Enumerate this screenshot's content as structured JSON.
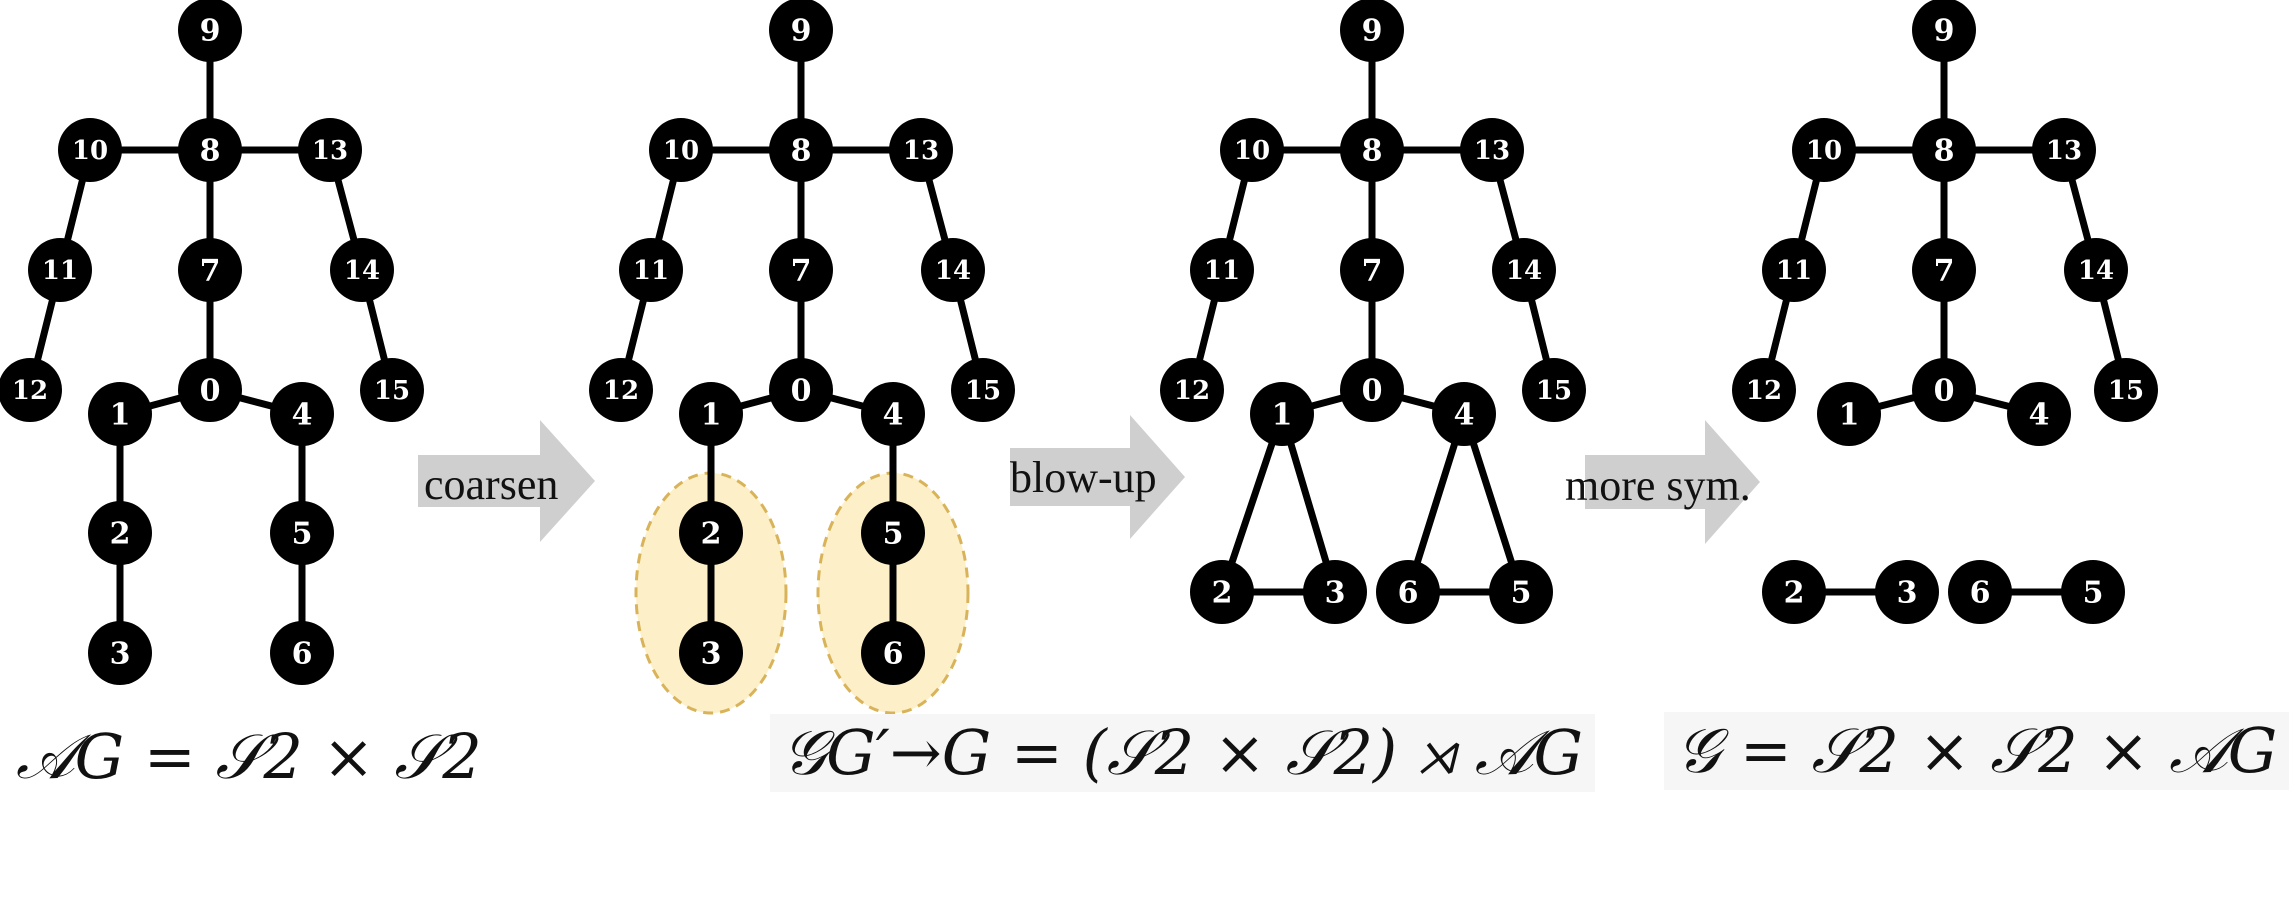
{
  "arrows": {
    "coarsen": "coarsen",
    "blowup": "blow-up",
    "more_sym": "more sym."
  },
  "formulas": {
    "f1": "𝒜_G = 𝒮₂ × 𝒮₂",
    "f2": "𝒢_{G′→G} = (𝒮₂ × 𝒮₂) ⋊ 𝒜_G",
    "f3": "𝒢 = 𝒮₂ × 𝒮₂ × 𝒜_G"
  },
  "formula_display": {
    "f1": "𝒜G = 𝒮2 × 𝒮2",
    "f2": "𝒢G′→G = (𝒮2 × 𝒮2) ⋊ 𝒜G",
    "f3": "𝒢 = 𝒮2 × 𝒮2 × 𝒜G"
  },
  "panels": [
    {
      "name": "original-skeleton",
      "nodes": [
        "0",
        "1",
        "2",
        "3",
        "4",
        "5",
        "6",
        "7",
        "8",
        "9",
        "10",
        "11",
        "12",
        "13",
        "14",
        "15"
      ],
      "edges": [
        [
          "0",
          "1"
        ],
        [
          "1",
          "2"
        ],
        [
          "2",
          "3"
        ],
        [
          "0",
          "4"
        ],
        [
          "4",
          "5"
        ],
        [
          "5",
          "6"
        ],
        [
          "0",
          "7"
        ],
        [
          "7",
          "8"
        ],
        [
          "8",
          "9"
        ],
        [
          "8",
          "10"
        ],
        [
          "10",
          "11"
        ],
        [
          "11",
          "12"
        ],
        [
          "8",
          "13"
        ],
        [
          "13",
          "14"
        ],
        [
          "14",
          "15"
        ]
      ]
    },
    {
      "name": "coarsened-skeleton",
      "nodes": [
        "0",
        "1",
        "2",
        "3",
        "4",
        "5",
        "6",
        "7",
        "8",
        "9",
        "10",
        "11",
        "12",
        "13",
        "14",
        "15"
      ],
      "edges": [
        [
          "0",
          "1"
        ],
        [
          "1",
          "2"
        ],
        [
          "2",
          "3"
        ],
        [
          "0",
          "4"
        ],
        [
          "4",
          "5"
        ],
        [
          "5",
          "6"
        ],
        [
          "0",
          "7"
        ],
        [
          "7",
          "8"
        ],
        [
          "8",
          "9"
        ],
        [
          "8",
          "10"
        ],
        [
          "10",
          "11"
        ],
        [
          "11",
          "12"
        ],
        [
          "8",
          "13"
        ],
        [
          "13",
          "14"
        ],
        [
          "14",
          "15"
        ]
      ],
      "highlight_groups": [
        [
          "2",
          "3"
        ],
        [
          "5",
          "6"
        ]
      ]
    },
    {
      "name": "blown-up-skeleton",
      "nodes": [
        "0",
        "1",
        "2",
        "3",
        "4",
        "5",
        "6",
        "7",
        "8",
        "9",
        "10",
        "11",
        "12",
        "13",
        "14",
        "15"
      ],
      "edges": [
        [
          "0",
          "1"
        ],
        [
          "1",
          "2"
        ],
        [
          "1",
          "3"
        ],
        [
          "2",
          "3"
        ],
        [
          "0",
          "4"
        ],
        [
          "4",
          "6"
        ],
        [
          "4",
          "5"
        ],
        [
          "6",
          "5"
        ],
        [
          "0",
          "7"
        ],
        [
          "7",
          "8"
        ],
        [
          "8",
          "9"
        ],
        [
          "8",
          "10"
        ],
        [
          "10",
          "11"
        ],
        [
          "11",
          "12"
        ],
        [
          "8",
          "13"
        ],
        [
          "13",
          "14"
        ],
        [
          "14",
          "15"
        ]
      ]
    },
    {
      "name": "more-symmetric-skeleton",
      "nodes": [
        "0",
        "1",
        "2",
        "3",
        "4",
        "5",
        "6",
        "7",
        "8",
        "9",
        "10",
        "11",
        "12",
        "13",
        "14",
        "15"
      ],
      "edges": [
        [
          "0",
          "1"
        ],
        [
          "0",
          "4"
        ],
        [
          "2",
          "3"
        ],
        [
          "6",
          "5"
        ],
        [
          "0",
          "7"
        ],
        [
          "7",
          "8"
        ],
        [
          "8",
          "9"
        ],
        [
          "8",
          "10"
        ],
        [
          "10",
          "11"
        ],
        [
          "11",
          "12"
        ],
        [
          "8",
          "13"
        ],
        [
          "13",
          "14"
        ],
        [
          "14",
          "15"
        ]
      ]
    }
  ],
  "colors": {
    "node": "#000000",
    "node_label": "#ffffff",
    "arrow": "#cfcfcf",
    "highlight_fill": "#fdf0c8",
    "highlight_stroke": "#d9b35a"
  }
}
